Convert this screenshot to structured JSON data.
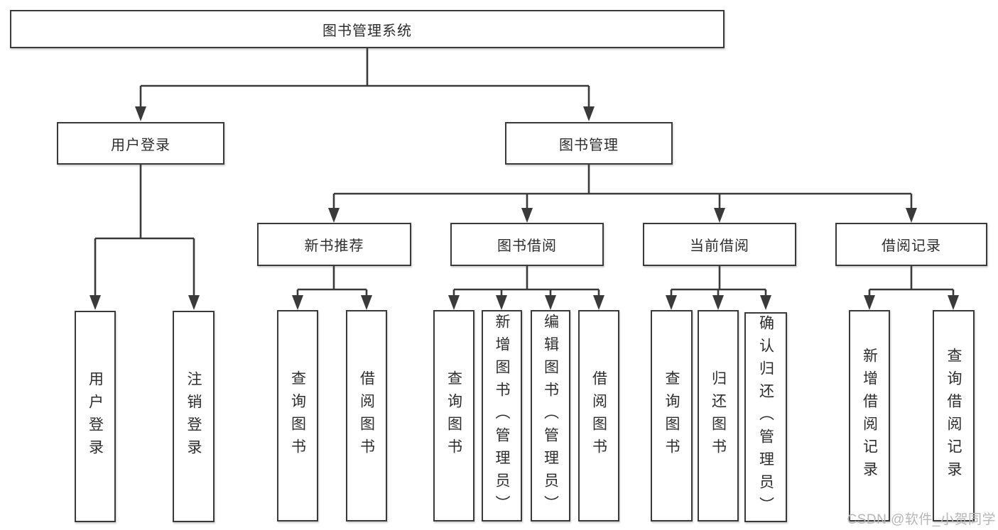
{
  "tree": {
    "root": "图书管理系统",
    "branches": [
      {
        "label": "用户登录",
        "children": [
          "用户登录",
          "注销登录"
        ]
      },
      {
        "label": "图书管理",
        "groups": [
          {
            "label": "新书推荐",
            "children": [
              "查询图书",
              "借阅图书"
            ]
          },
          {
            "label": "图书借阅",
            "children": [
              "查询图书",
              "新增图书（管理员）",
              "编辑图书（管理员）",
              "借阅图书"
            ]
          },
          {
            "label": "当前借阅",
            "children": [
              "查询图书",
              "归还图书",
              "确认归还（管理员）"
            ]
          },
          {
            "label": "借阅记录",
            "children": [
              "新增借阅记录",
              "查询借阅记录"
            ]
          }
        ]
      }
    ]
  },
  "watermark": {
    "text": "CSDN @软件_小贺同学"
  },
  "colors": {
    "line": "#3a3a3a",
    "text": "#2d2d2d",
    "watermark": "#b6b6b6",
    "background": "#ffffff"
  }
}
